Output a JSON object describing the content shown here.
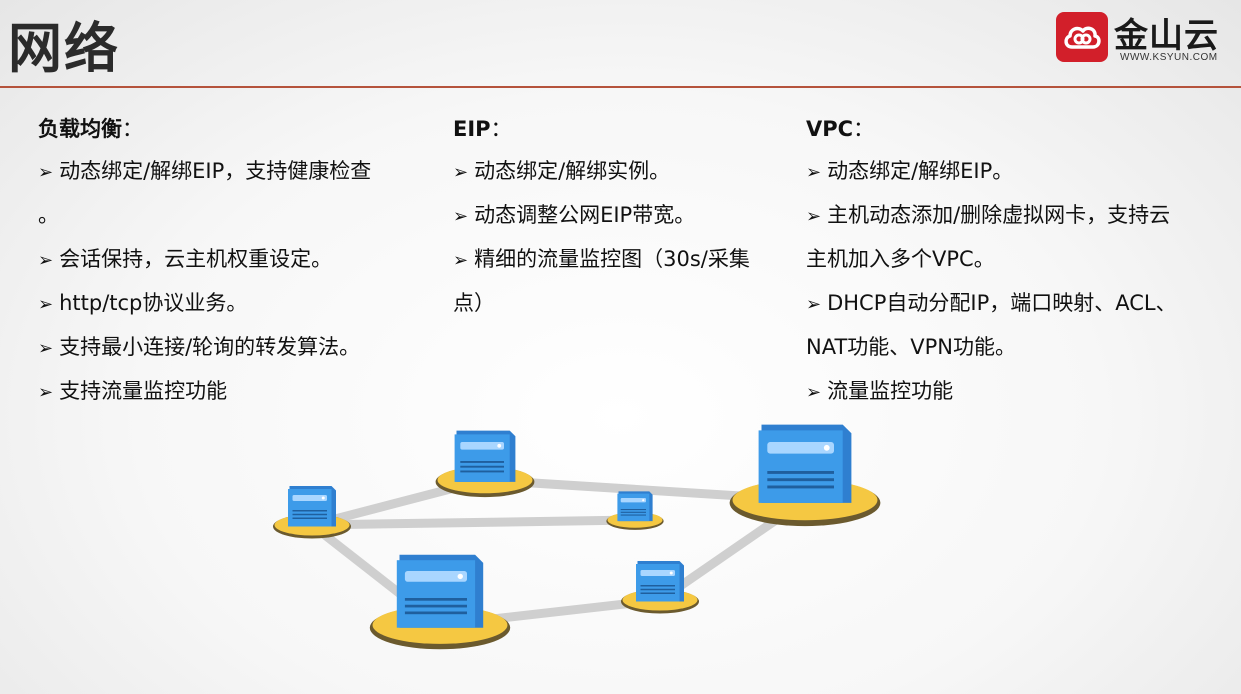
{
  "header": {
    "title": "网络",
    "logo_text": "金山云",
    "logo_url": "WWW.KSYUN.COM"
  },
  "columns": [
    {
      "heading": "负载均衡",
      "colon": "：",
      "items": [
        {
          "arrow": "➢",
          "text": "动态绑定/解绑EIP，支持健康检查"
        },
        {
          "arrow": "",
          "text": "。"
        },
        {
          "arrow": "➢",
          "text": "会话保持，云主机权重设定。"
        },
        {
          "arrow": "➢",
          "text": "http/tcp协议业务。"
        },
        {
          "arrow": "➢",
          "text": "支持最小连接/轮询的转发算法。"
        },
        {
          "arrow": "➢",
          "text": "支持流量监控功能"
        }
      ]
    },
    {
      "heading": "EIP",
      "colon": "：",
      "items": [
        {
          "arrow": "➢",
          "text": "动态绑定/解绑实例。"
        },
        {
          "arrow": "➢",
          "text": "动态调整公网EIP带宽。"
        },
        {
          "arrow": "➢",
          "text": "精细的流量监控图（30s/采集"
        },
        {
          "arrow": "",
          "text": "点）"
        }
      ]
    },
    {
      "heading": "VPC",
      "colon": "：",
      "items": [
        {
          "arrow": "➢",
          "text": "动态绑定/解绑EIP。"
        },
        {
          "arrow": "➢",
          "text": "主机动态添加/删除虚拟网卡，支持云"
        },
        {
          "arrow": "",
          "text": "主机加入多个VPC。"
        },
        {
          "arrow": "➢",
          "text": "DHCP自动分配IP，端口映射、ACL、"
        },
        {
          "arrow": "",
          "text": "NAT功能、VPN功能。"
        },
        {
          "arrow": "➢",
          "text": "流量监控功能"
        }
      ]
    }
  ],
  "colors": {
    "accent_line": "#b5533c",
    "logo_red": "#d21f2a",
    "server_blue": "#3d9be9",
    "pad_gold": "#f5c842"
  },
  "icons": [
    "cloud-logo-icon",
    "server-icon"
  ]
}
